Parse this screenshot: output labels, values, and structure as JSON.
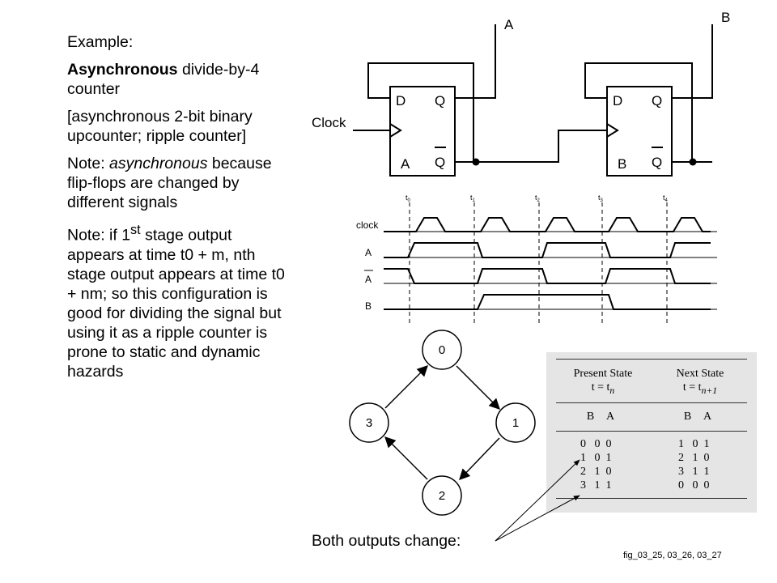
{
  "text": {
    "example": "Example:",
    "title_bold": "Asynchronous",
    "title_rest": " divide-by-4 counter",
    "bracket": "[asynchronous 2-bit binary upcounter; ripple counter]",
    "note1_prefix": "Note: ",
    "note1_italic": "asynchronous",
    "note1_rest": " because flip-flops are changed by different signals",
    "note2_a": "Note:  if 1",
    "note2_sup": "st",
    "note2_b": " stage output appears at time t0 + m, nth stage output appears at time t0 + nm; so this configuration is good for dividing the signal but using it as a ripple counter is prone to static and dynamic hazards"
  },
  "schematic": {
    "output_a": "A",
    "output_b": "B",
    "clock": "Clock",
    "ff1": {
      "d": "D",
      "q": "Q",
      "qbar": "Q",
      "name": "A"
    },
    "ff2": {
      "d": "D",
      "q": "Q",
      "qbar": "Q",
      "name": "B"
    }
  },
  "timing": {
    "times": [
      {
        "t": "t",
        "sub": "0"
      },
      {
        "t": "t",
        "sub": "1"
      },
      {
        "t": "t",
        "sub": "2"
      },
      {
        "t": "t",
        "sub": "3"
      },
      {
        "t": "t",
        "sub": "4"
      }
    ],
    "signals": [
      "clock",
      "A",
      "A",
      "B"
    ]
  },
  "state_diagram": {
    "states": [
      "0",
      "1",
      "2",
      "3"
    ],
    "transitions": [
      [
        "0",
        "1"
      ],
      [
        "1",
        "2"
      ],
      [
        "2",
        "3"
      ],
      [
        "3",
        "0"
      ]
    ]
  },
  "table": {
    "present_title": "Present State",
    "present_t": "t = t",
    "present_sub": "n",
    "next_title": "Next State",
    "next_t": "t = t",
    "next_sub": "n+1",
    "present_cols": "B A",
    "next_cols": "B A",
    "rows": [
      {
        "present": "0   0  0",
        "next": "1   0  1"
      },
      {
        "present": "1   0  1",
        "next": "2   1  0"
      },
      {
        "present": "2   1  0",
        "next": "3   1  1"
      },
      {
        "present": "3   1  1",
        "next": "0   0  0"
      }
    ]
  },
  "callout": "Both outputs change:",
  "figure_ref": "fig_03_25, 03_26, 03_27"
}
